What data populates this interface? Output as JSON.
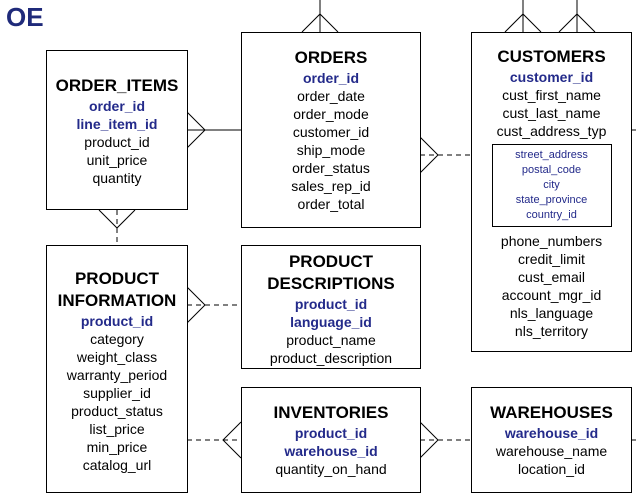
{
  "schema": {
    "title": "OE"
  },
  "entities": {
    "order_items": {
      "name": "ORDER_ITEMS",
      "keys": [
        "order_id",
        "line_item_id"
      ],
      "attributes": [
        "product_id",
        "unit_price",
        "quantity"
      ]
    },
    "orders": {
      "name": "ORDERS",
      "keys": [
        "order_id"
      ],
      "attributes": [
        "order_date",
        "order_mode",
        "customer_id",
        "ship_mode",
        "order_status",
        "sales_rep_id",
        "order_total"
      ]
    },
    "customers": {
      "name": "CUSTOMERS",
      "keys": [
        "customer_id"
      ],
      "attributes": [
        "cust_first_name",
        "cust_last_name",
        "cust_address_typ"
      ],
      "address_fields": [
        "street_address",
        "postal_code",
        "city",
        "state_province",
        "country_id"
      ],
      "more_attributes": [
        "phone_numbers",
        "credit_limit",
        "cust_email",
        "account_mgr_id",
        "nls_language",
        "nls_territory"
      ]
    },
    "product_information": {
      "name_lines": [
        "PRODUCT",
        "INFORMATION"
      ],
      "keys": [
        "product_id"
      ],
      "attributes": [
        "category",
        "weight_class",
        "warranty_period",
        "supplier_id",
        "product_status",
        "list_price",
        "min_price",
        "catalog_url"
      ]
    },
    "product_descriptions": {
      "name_lines": [
        "PRODUCT",
        "DESCRIPTIONS"
      ],
      "keys": [
        "product_id",
        "language_id"
      ],
      "attributes": [
        "product_name",
        "product_description"
      ]
    },
    "inventories": {
      "name": "INVENTORIES",
      "keys": [
        "product_id",
        "warehouse_id"
      ],
      "attributes": [
        "quantity_on_hand"
      ]
    },
    "warehouses": {
      "name": "WAREHOUSES",
      "keys": [
        "warehouse_id"
      ],
      "attributes": [
        "warehouse_name",
        "location_id"
      ]
    }
  }
}
